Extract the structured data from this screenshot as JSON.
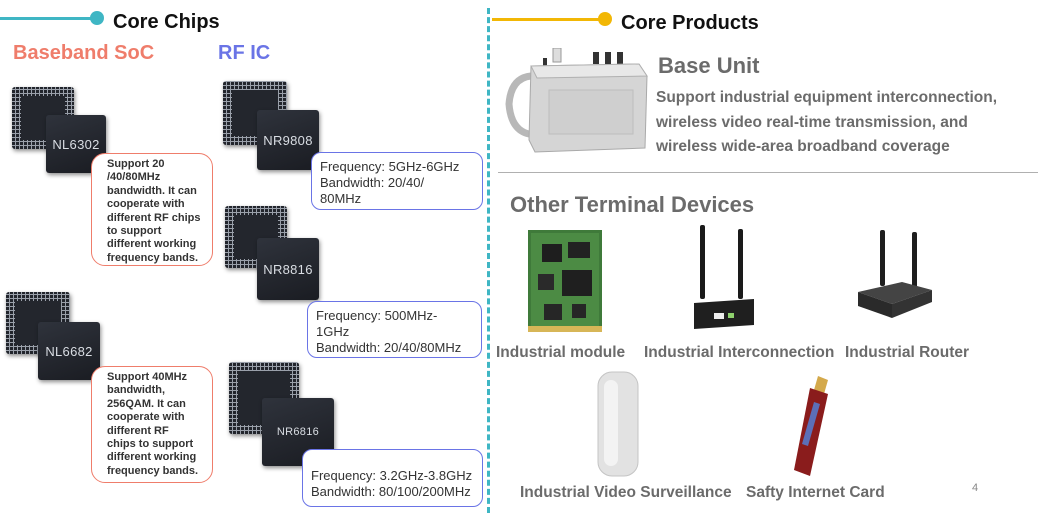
{
  "left": {
    "header": "Core Chips",
    "baseband_title": "Baseband SoC",
    "rf_title": "RF IC",
    "chips": {
      "nl6302": "NL6302",
      "nl6682": "NL6682",
      "nr9808": "NR9808",
      "nr8816": "NR8816",
      "nr6816": "NR6816"
    },
    "callouts": {
      "nl6302": [
        "Support 20",
        "/40/80MHz",
        "bandwidth. It can",
        "cooperate with",
        "different RF chips",
        "to support",
        "different working",
        "frequency bands."
      ],
      "nl6682": [
        "Support 40MHz",
        "bandwidth,",
        "256QAM. It can",
        "cooperate with",
        "different RF",
        "chips to support",
        "different working",
        "frequency bands."
      ],
      "nr9808": [
        "Frequency: 5GHz-6GHz",
        "Bandwidth: 20/40/",
        "80MHz"
      ],
      "nr8816": [
        "Frequency: 500MHz-",
        "1GHz",
        "Bandwidth: 20/40/80MHz"
      ],
      "nr6816": [
        "Frequency: 3.2GHz-3.8GHz",
        "Bandwidth: 80/100/200MHz"
      ]
    }
  },
  "right": {
    "header": "Core Products",
    "base_unit": {
      "title": "Base Unit",
      "desc": [
        "Support industrial equipment interconnection,",
        "wireless video real-time transmission, and",
        "wireless wide-area broadband coverage"
      ]
    },
    "other_title": "Other Terminal Devices",
    "devices": {
      "module": "Industrial module",
      "interconnection": "Industrial Interconnection",
      "router": "Industrial Router",
      "surveillance": "Industrial Video Surveillance",
      "card": "Safty Internet Card"
    }
  },
  "page_number": "4",
  "colors": {
    "left_accent": "#3fb6c4",
    "right_accent": "#f2b705",
    "baseband": "#ef7d6b",
    "rf": "#6a74e6",
    "divider": "#3fb6c4"
  }
}
